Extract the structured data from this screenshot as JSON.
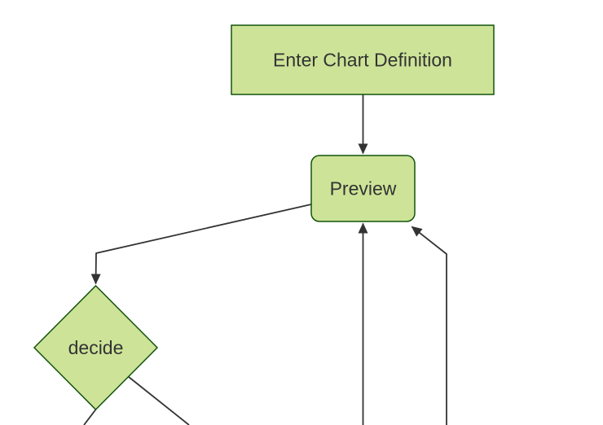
{
  "app": {
    "name": "flowchart-render",
    "background": "#ffffff"
  },
  "diagram": {
    "type": "flowchart",
    "direction": "top-down",
    "colors": {
      "node_fill": "#cde498",
      "node_border": "#13540c",
      "edge": "#333333",
      "arrowhead": "#333333",
      "text": "#333333"
    },
    "nodes": {
      "enter": {
        "label": "Enter Chart Definition",
        "shape": "rectangle"
      },
      "preview": {
        "label": "Preview",
        "shape": "rounded-rectangle"
      },
      "decide": {
        "label": "decide",
        "shape": "diamond"
      }
    },
    "edges": [
      {
        "name": "enter-to-preview",
        "from": "enter",
        "to": "preview",
        "arrowhead": true
      },
      {
        "name": "preview-to-decide",
        "from": "preview",
        "to": "decide",
        "arrowhead": true
      },
      {
        "name": "offscreen-bottom-to-preview",
        "from": "offscreen-bottom",
        "to": "preview",
        "arrowhead": true
      },
      {
        "name": "offscreen-bottom-right-to-preview",
        "from": "offscreen-bottom-right",
        "to": "preview",
        "arrowhead": true
      },
      {
        "name": "decide-to-offscreen-bottom-left",
        "from": "decide",
        "to": "offscreen-bottom-left",
        "arrowhead": false
      },
      {
        "name": "decide-to-offscreen-bottom-right",
        "from": "decide",
        "to": "offscreen-bottom-right",
        "arrowhead": false
      }
    ]
  }
}
